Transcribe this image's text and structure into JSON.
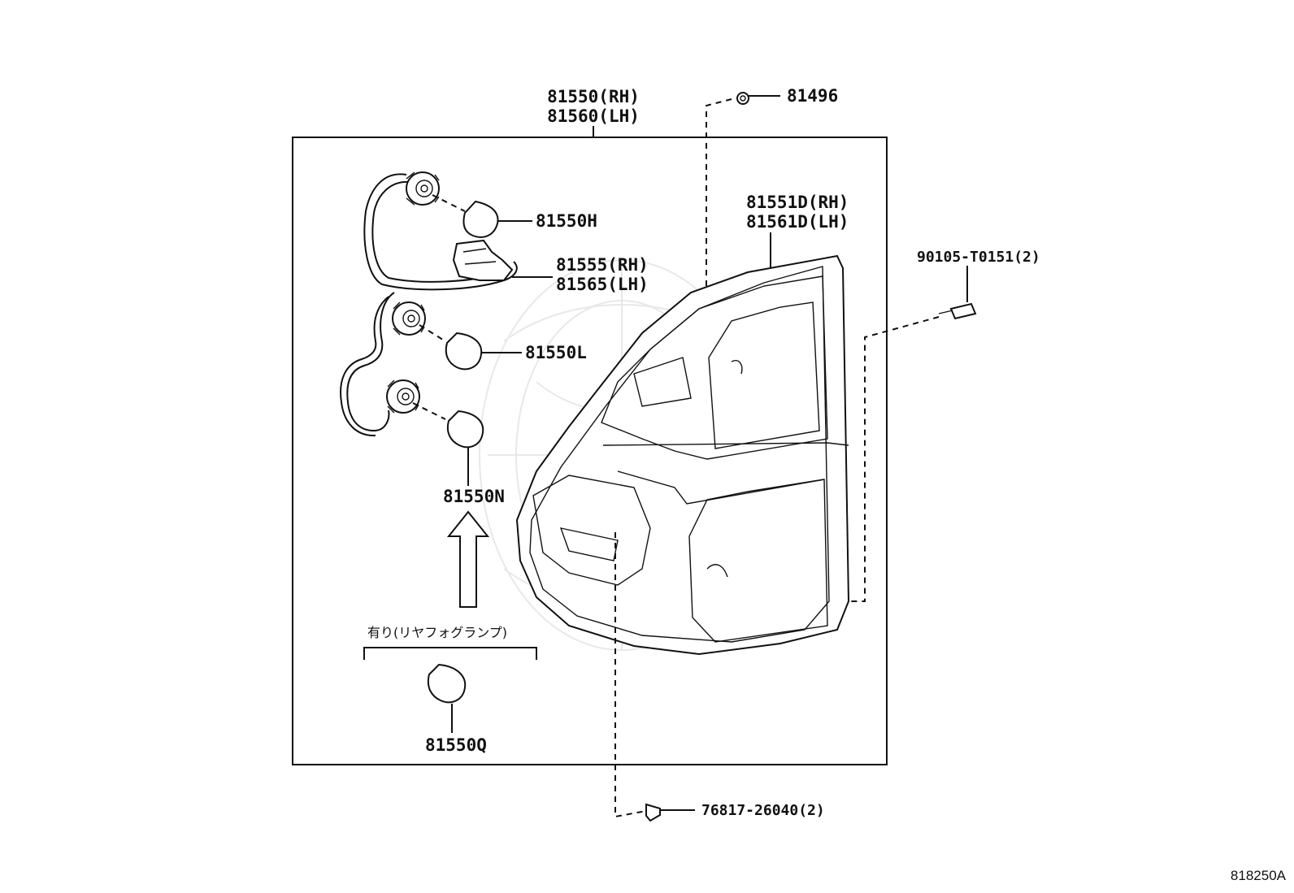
{
  "diagram_code": "818250A",
  "assembly": {
    "line1": "81550(RH)",
    "line2": "81560(LH)"
  },
  "parts": {
    "p81496": "81496",
    "lens": {
      "line1": "81551D(RH)",
      "line2": "81561D(LH)"
    },
    "screw": "90105-T0151(2)",
    "bulb_h": "81550H",
    "socket_wire": {
      "line1": "81555(RH)",
      "line2": "81565(LH)"
    },
    "bulb_l": "81550L",
    "bulb_n": "81550N",
    "bulb_q": "81550Q",
    "clip": "76817-26040(2)"
  },
  "option_note": "有り(リヤフォグランプ)"
}
